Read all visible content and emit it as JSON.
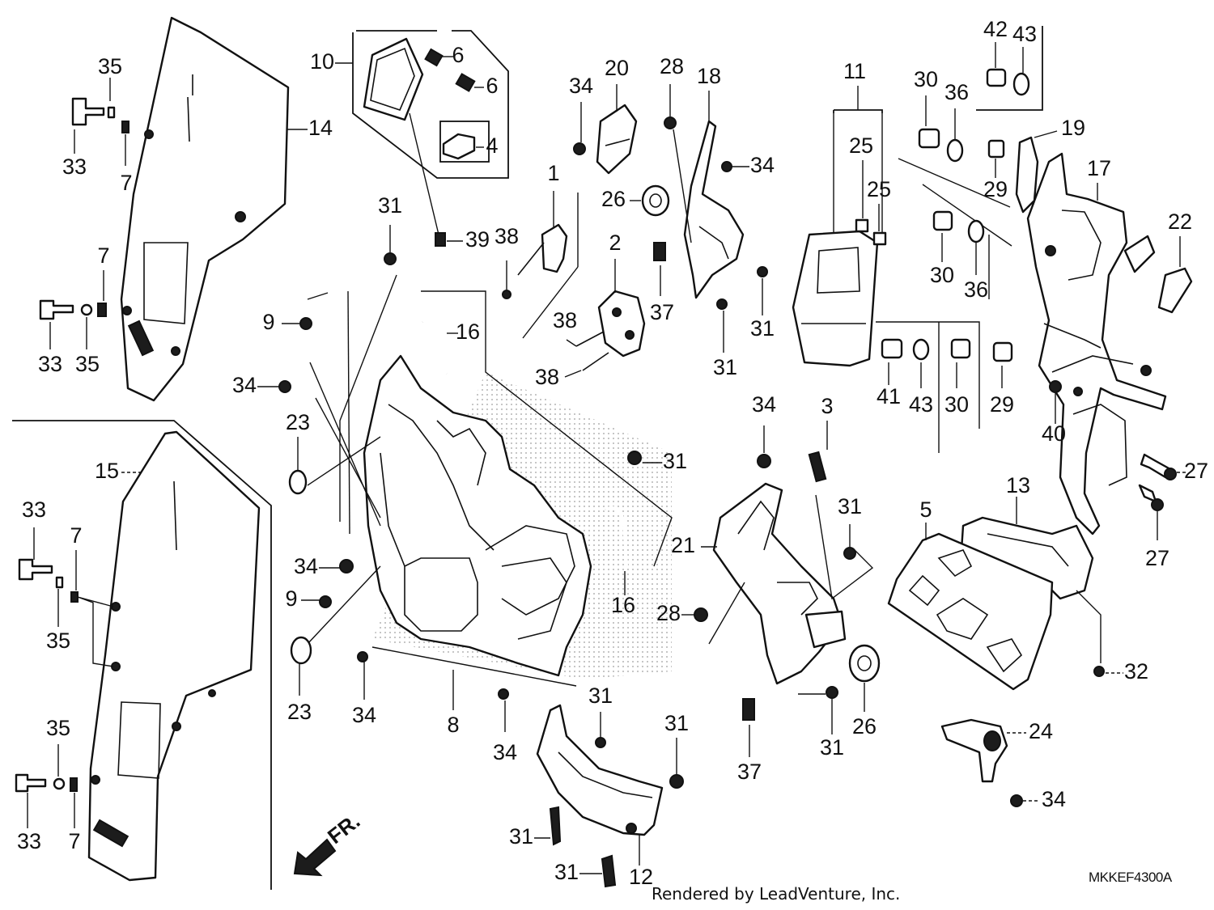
{
  "diagram": {
    "labels": [
      "1",
      "2",
      "3",
      "4",
      "5",
      "6",
      "7",
      "8",
      "9",
      "10",
      "11",
      "12",
      "13",
      "14",
      "15",
      "16",
      "17",
      "18",
      "19",
      "20",
      "21",
      "22",
      "23",
      "24",
      "25",
      "26",
      "27",
      "28",
      "29",
      "30",
      "31",
      "32",
      "33",
      "34",
      "35",
      "36",
      "37",
      "38",
      "39",
      "40",
      "41",
      "42",
      "43"
    ],
    "orientation_mark": "FR.",
    "diagram_code": "MKKEF4300A",
    "credit": "Rendered by LeadVenture, Inc."
  }
}
